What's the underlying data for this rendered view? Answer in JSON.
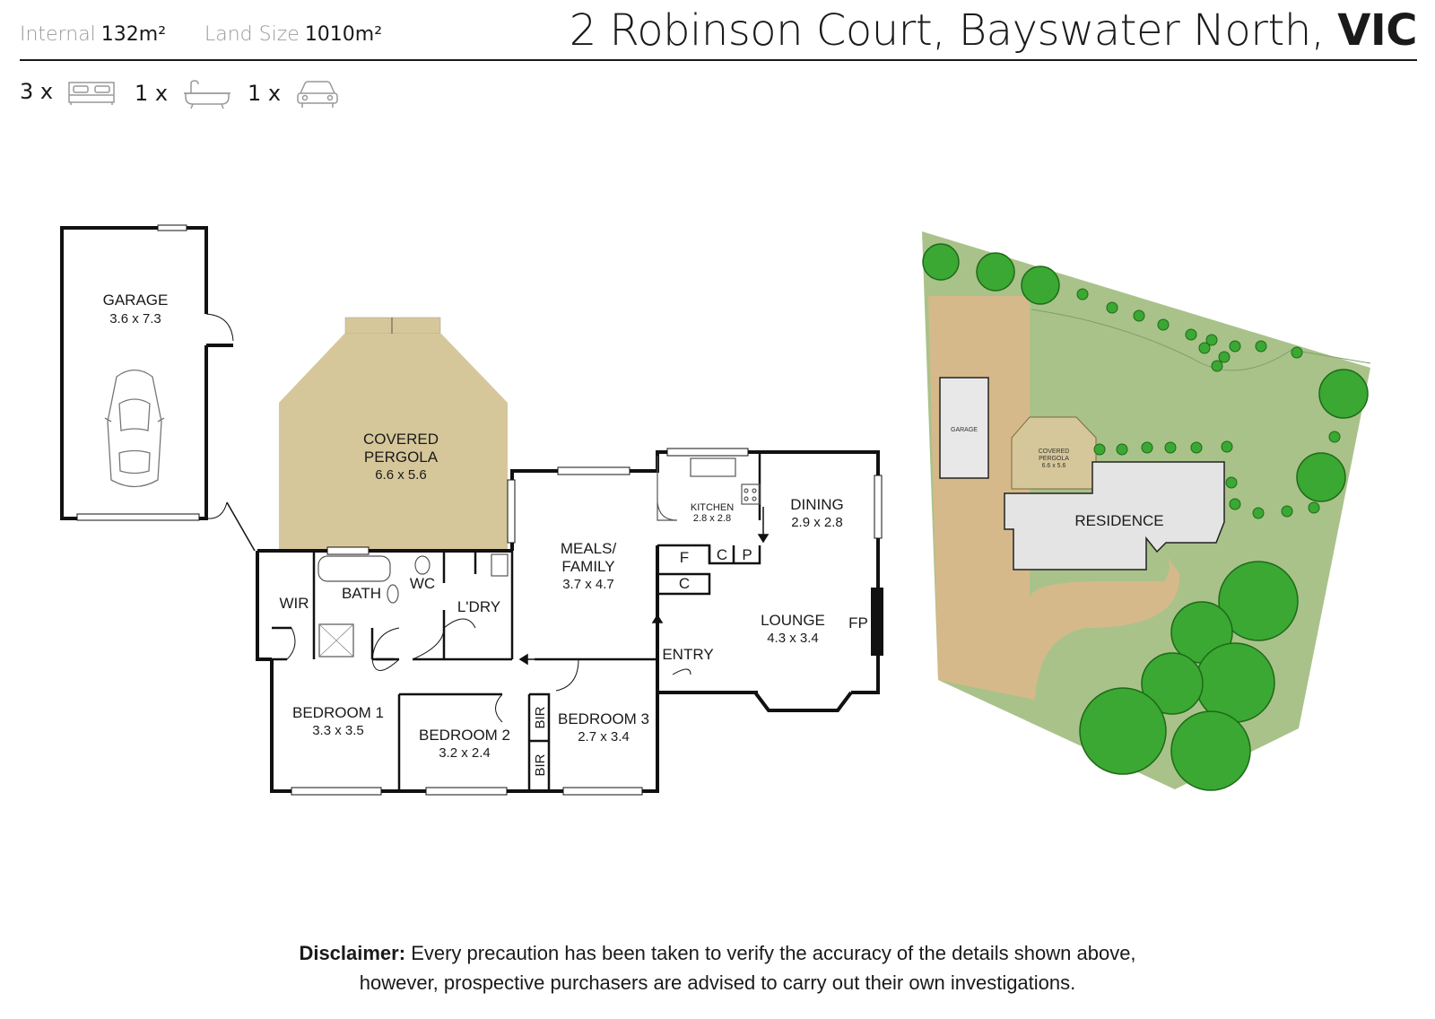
{
  "header": {
    "internal_label": "Internal",
    "internal_value": "132m²",
    "land_label": "Land Size",
    "land_value": "1010m²",
    "address": "2 Robinson Court, Bayswater North,",
    "state": "VIC"
  },
  "features": {
    "bedrooms": "3 x",
    "bathrooms": "1 x",
    "car_spaces": "1 x"
  },
  "floor_plan": {
    "garage": {
      "name": "GARAGE",
      "dims": "3.6 x 7.3"
    },
    "pergola": {
      "name_line1": "COVERED",
      "name_line2": "PERGOLA",
      "dims": "6.6 x 5.6"
    },
    "meals": {
      "name_line1": "MEALS/",
      "name_line2": "FAMILY",
      "dims": "3.7 x 4.7"
    },
    "kitchen": {
      "name": "KITCHEN",
      "dims": "2.8 x 2.8"
    },
    "dining": {
      "name": "DINING",
      "dims": "2.9 x 2.8"
    },
    "lounge": {
      "name": "LOUNGE",
      "dims": "4.3 x 3.4"
    },
    "fp": "FP",
    "entry": "ENTRY",
    "wir": "WIR",
    "bath": "BATH",
    "wc": "WC",
    "laundry": "L'DRY",
    "f": "F",
    "c1": "C",
    "c2": "C",
    "p": "P",
    "bed1": {
      "name": "BEDROOM 1",
      "dims": "3.3 x 3.5"
    },
    "bed2": {
      "name": "BEDROOM 2",
      "dims": "3.2 x 2.4"
    },
    "bed3": {
      "name": "BEDROOM 3",
      "dims": "2.7 x 3.4"
    },
    "bir1": "BIR",
    "bir2": "BIR"
  },
  "site_plan": {
    "garage": "GARAGE",
    "pergola_line1": "COVERED",
    "pergola_line2": "PERGOLA",
    "pergola_dims": "6.6 x 5.6",
    "residence": "RESIDENCE"
  },
  "colors": {
    "pergola": "#d6c79a",
    "lawn": "#a9c28a",
    "driveway": "#d6b98a",
    "tree": "#3aa832",
    "wall": "#111111"
  },
  "disclaimer": {
    "label": "Disclaimer:",
    "line1": "Every precaution has been taken to verify the accuracy of the details shown above,",
    "line2": "however, prospective purchasers are advised to carry out their own investigations."
  }
}
